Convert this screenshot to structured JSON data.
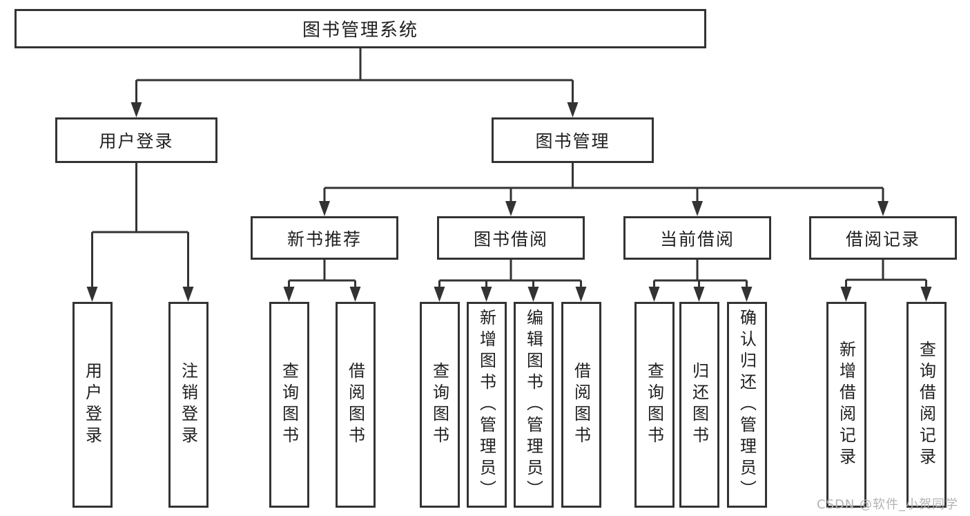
{
  "colors": {
    "background": "#ffffff",
    "line": "#333333",
    "box_border": "#333333",
    "text": "#1f1f1f",
    "watermark": "#b3b3b3"
  },
  "tree": {
    "root": "图书管理系统",
    "user_login": {
      "label": "用户登录",
      "children": [
        "用户登录",
        "注销登录"
      ]
    },
    "book_management": {
      "label": "图书管理",
      "sections": [
        {
          "label": "新书推荐",
          "children": [
            "查询图书",
            "借阅图书"
          ]
        },
        {
          "label": "图书借阅",
          "children": [
            "查询图书",
            "新增图书（管理员）",
            "编辑图书（管理员）",
            "借阅图书"
          ]
        },
        {
          "label": "当前借阅",
          "children": [
            "查询图书",
            "归还图书",
            "确认归还（管理员）"
          ]
        },
        {
          "label": "借阅记录",
          "children": [
            "新增借阅记录",
            "查询借阅记录"
          ]
        }
      ]
    }
  },
  "watermark": {
    "text": "CSDN @软件_小贺同学"
  }
}
